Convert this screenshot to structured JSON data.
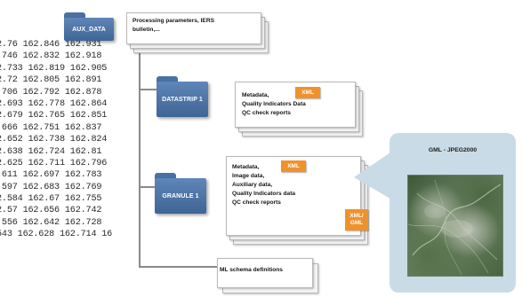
{
  "numbers": [
    "2.76 162.846 162.931",
    ".746 162.832 162.918",
    "2.733 162.819 162.905",
    "2.72 162.805 162.891",
    ".706 162.792 162.878",
    "2.693 162.778 162.864",
    "2.679 162.765 162.851",
    ".666 162.751 162.837",
    "2.652 162.738 162.824",
    "2.638 162.724 162.81",
    "2.625 162.711 162.796",
    ".611 162.697 162.783",
    ".597 162.683 162.769",
    "2.584 162.67 162.755",
    "2.57 162.656 162.742",
    ".556 162.642 162.728",
    "543 162.628 162.714 16"
  ],
  "folders": {
    "aux_data": "AUX_DATA",
    "datastrip": "DATASTRIP 1",
    "granule": "GRANULE 1"
  },
  "cards": {
    "aux": [
      "Processing parameters, IERS",
      "bulletin,..."
    ],
    "datastrip": [
      "Metadata,",
      "Quality Indicators Data",
      "QC check reports"
    ],
    "granule": [
      "Metadata,",
      "Image data,",
      "Auxiliary data,",
      "Quality Indicators data",
      "QC check reports"
    ],
    "schema": "ML schema definitions"
  },
  "badges": {
    "datastrip_xml": "XML",
    "granule_xml": "XML",
    "granule_xml_gml": [
      "XML/",
      "GML"
    ]
  },
  "callout": {
    "title": "GML - JPEG2000"
  }
}
